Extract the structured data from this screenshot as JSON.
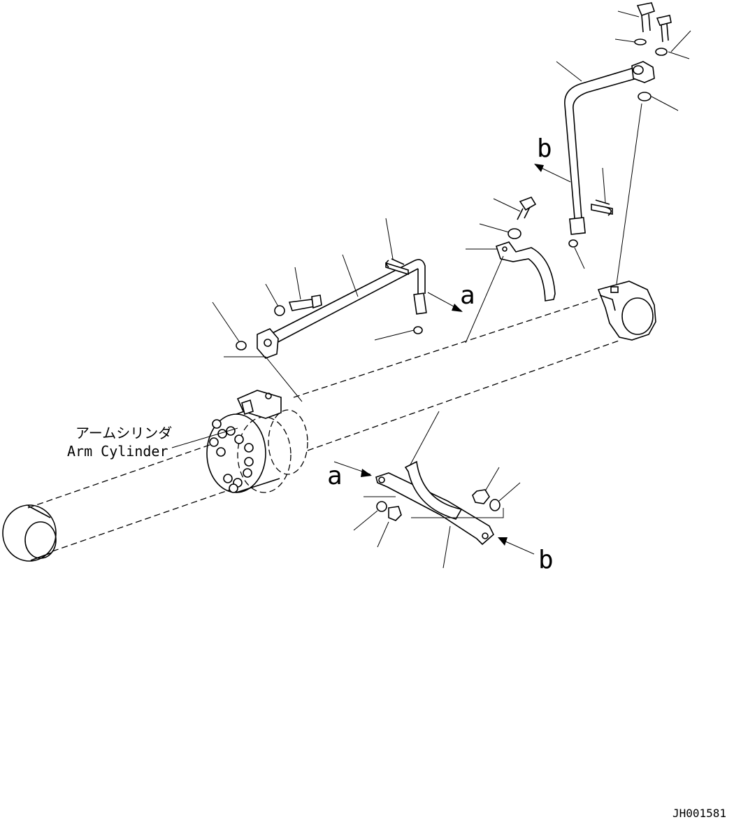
{
  "labels": {
    "part_jp": "アームシリンダ",
    "part_en": "Arm Cylinder",
    "ref_a_top": "a",
    "ref_a_bottom": "a",
    "ref_b_top": "b",
    "ref_b_bottom": "b",
    "drawing_id": "JH001581"
  },
  "colors": {
    "ink": "#000000",
    "paper": "#ffffff"
  }
}
